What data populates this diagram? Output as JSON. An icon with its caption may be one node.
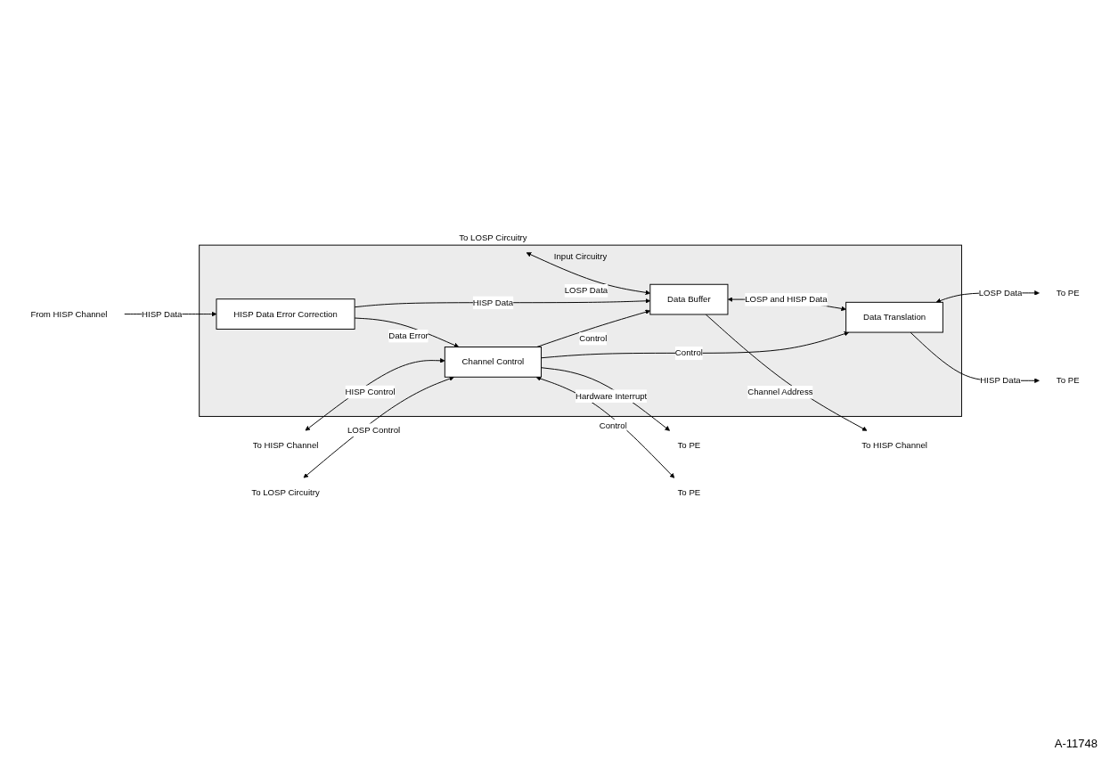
{
  "diagram": {
    "nodes": [
      {
        "text": [
          "Input Circuitry"
        ]
      },
      {
        "text": [
          "Data Buffer"
        ],
        "in": 0
      },
      {
        "text": [
          "HISP Data Error Correction"
        ],
        "in": 0
      },
      {
        "text": [
          "Data Translation"
        ],
        "in": 0
      },
      {
        "text": [
          "Channel Control"
        ],
        "in": 0
      },
      {
        "text": [
          "To HISP Channel"
        ]
      },
      {
        "text": [
          "To LOSP Circuitry"
        ]
      },
      {
        "text": [
          "From HISP Channel"
        ]
      },
      {
        "text": [
          "To PE"
        ]
      },
      {
        "text": [
          "To PE"
        ]
      },
      {
        "text": [
          "To HISP Channel"
        ]
      },
      {
        "text": [
          "To LOSP Circuitry"
        ]
      },
      {
        "text": [
          "To PE"
        ]
      },
      {
        "text": [
          "To PE"
        ]
      }
    ],
    "edges": [
      {
        "from": 1,
        "to": 5,
        "arrow": "to",
        "label": "Channel Address"
      },
      {
        "from": 6,
        "to": 1,
        "arrow": "both",
        "label": "LOSP Data"
      },
      {
        "from": 2,
        "to": 1,
        "arrow": "to",
        "label": "HISP Data"
      },
      {
        "from": 1,
        "to": 3,
        "arrow": "both",
        "label": "LOSP and HISP Data"
      },
      {
        "from": 4,
        "to": 1,
        "arrow": "to",
        "label": "Control"
      },
      {
        "from": 7,
        "to": 2,
        "arrow": "to",
        "label": "HISP Data"
      },
      {
        "from": 4,
        "to": 3,
        "arrow": "to",
        "label": "Control"
      },
      {
        "from": 3,
        "to": 8,
        "arrow": "both",
        "label": "LOSP Data"
      },
      {
        "from": 3,
        "to": 9,
        "arrow": "to",
        "label": "HISP Data"
      },
      {
        "from": 2,
        "to": 4,
        "arrow": "to",
        "label": "Data Error"
      },
      {
        "from": 4,
        "to": 12,
        "arrow": "to",
        "label": "Hardware Interrupt"
      },
      {
        "from": 10,
        "to": 4,
        "arrow": "both",
        "label": "HISP Control"
      },
      {
        "from": 11,
        "to": 4,
        "arrow": "both",
        "label": "LOSP Control"
      },
      {
        "from": 4,
        "to": 13,
        "arrow": "both",
        "label": "Control"
      }
    ],
    "labels": [
      "A-11748"
    ]
  }
}
